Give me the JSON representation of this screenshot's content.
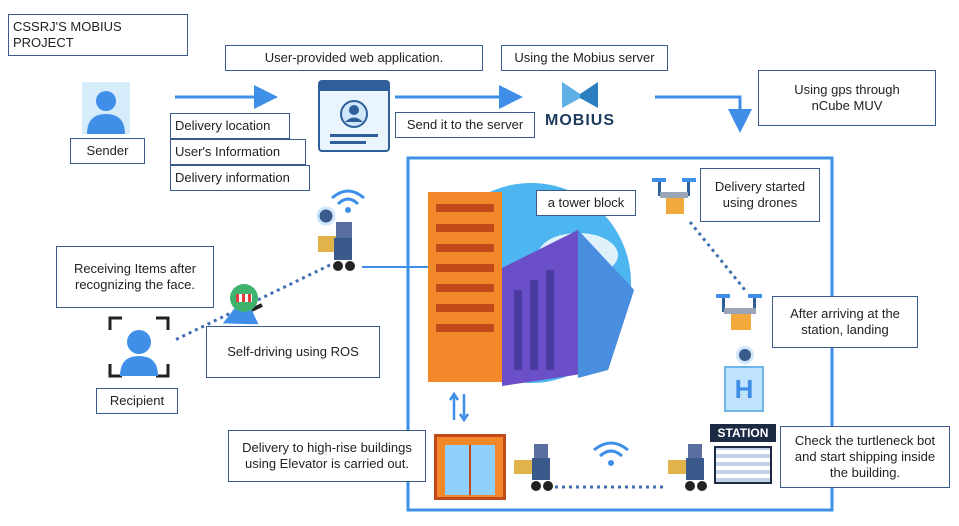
{
  "title": "CSSRJ'S MOBIUS PROJECT",
  "labels": {
    "user_web_app": "User-provided web application.",
    "using_mobius": "Using the Mobius server",
    "gps": "Using gps through\nnCube MUV",
    "sender": "Sender",
    "delivery_location": "Delivery location",
    "user_info": "User's Information",
    "delivery_info": "Delivery information",
    "send_server": "Send it to the server",
    "tower_block": "a tower block",
    "drone_start": "Delivery started\nusing drones",
    "station_landing": "After arriving at the\nstation, landing",
    "receiving": "Receiving Items after\nrecognizing the face.",
    "self_driving": "Self-driving using ROS",
    "recipient": "Recipient",
    "elevator": "Delivery to high-rise buildings\nusing Elevator is carried out.",
    "turtleneck": "Check the turtleneck bot\nand start shipping inside\nthe building."
  },
  "logo_text": "MOBIUS",
  "station_sign": "STATION",
  "helipad_letter": "H",
  "colors": {
    "accent_blue": "#3f8fe8",
    "border": "#3a5a8c",
    "building_orange": "#f2882a",
    "building_purple": "#6a4fc8",
    "sky_blue": "#4db5ef"
  }
}
